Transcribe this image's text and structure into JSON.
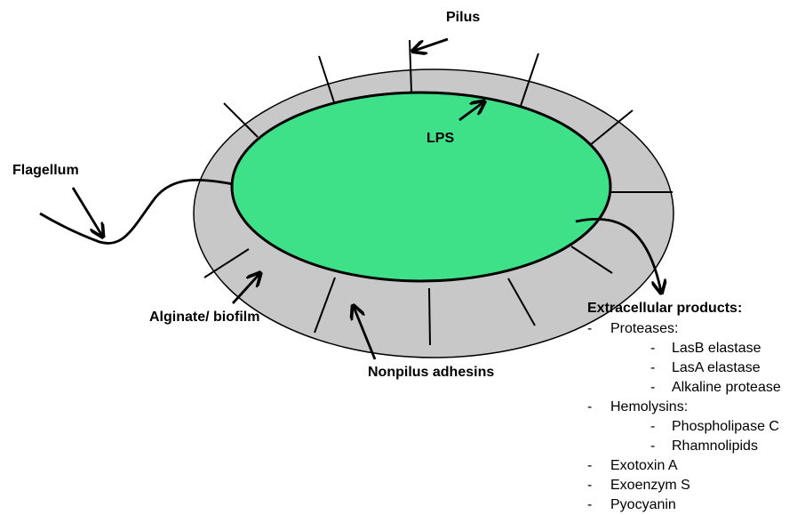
{
  "labels": {
    "pilus": "Pilus",
    "lps": "LPS",
    "flagellum": "Flagellum",
    "alginate_biofilm": "Alginate/ biofilm",
    "nonpilus_adhesins": "Nonpilus adhesins"
  },
  "extracellular": {
    "heading": "Extracellular products:",
    "bullet": "-",
    "groups": [
      {
        "label": "Proteases:",
        "items": [
          "LasB elastase",
          "LasA elastase",
          "Alkaline protease"
        ]
      },
      {
        "label": "Hemolysins:",
        "items": [
          "Phospholipase C",
          "Rhamnolipids"
        ]
      },
      {
        "label": "Exotoxin A",
        "items": []
      },
      {
        "label": "Exoenzym S",
        "items": []
      },
      {
        "label": "Pyocyanin",
        "items": []
      }
    ]
  },
  "colors": {
    "cytoplasm": "#3ee088",
    "capsule": "#c8c8c8",
    "outline": "#000000"
  }
}
